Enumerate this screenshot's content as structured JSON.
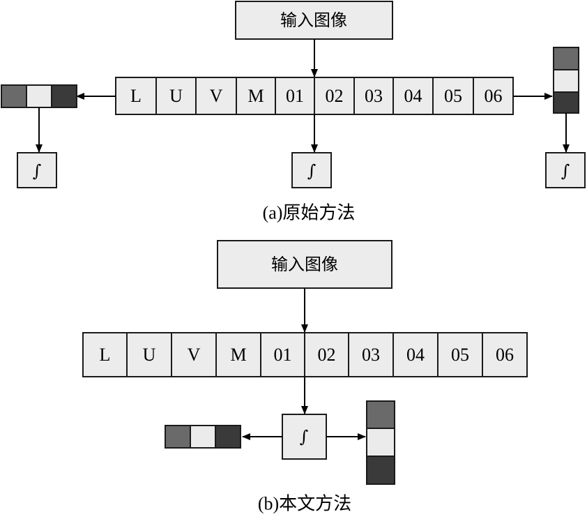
{
  "input_label": "输入图像",
  "cells": [
    "L",
    "U",
    "V",
    "M",
    "01",
    "02",
    "03",
    "04",
    "05",
    "06"
  ],
  "integral_symbol": "∫",
  "caption_a": "(a)原始方法",
  "caption_b": "(b)本文方法",
  "colors": {
    "box_fill": "#ececec",
    "swatch_mid": "#6a6a6a",
    "swatch_light": "#ebebeb",
    "swatch_dark": "#3a3a3a"
  }
}
